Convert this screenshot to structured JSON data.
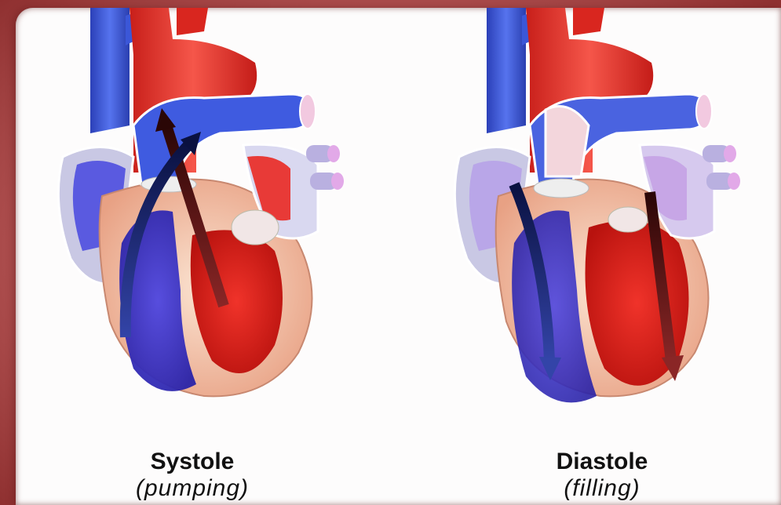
{
  "panels": [
    {
      "title": "Systole",
      "subtitle": "(pumping)"
    },
    {
      "title": "Diastole",
      "subtitle": "(filling)"
    }
  ],
  "colors": {
    "frame": "#b45555",
    "vein_blue": "#3b5bd6",
    "artery_red": "#e8352c",
    "muscle": "#f2c2a6",
    "arrow_dark": "#3a0d0d",
    "arrow_navy": "#0e1a5a"
  }
}
